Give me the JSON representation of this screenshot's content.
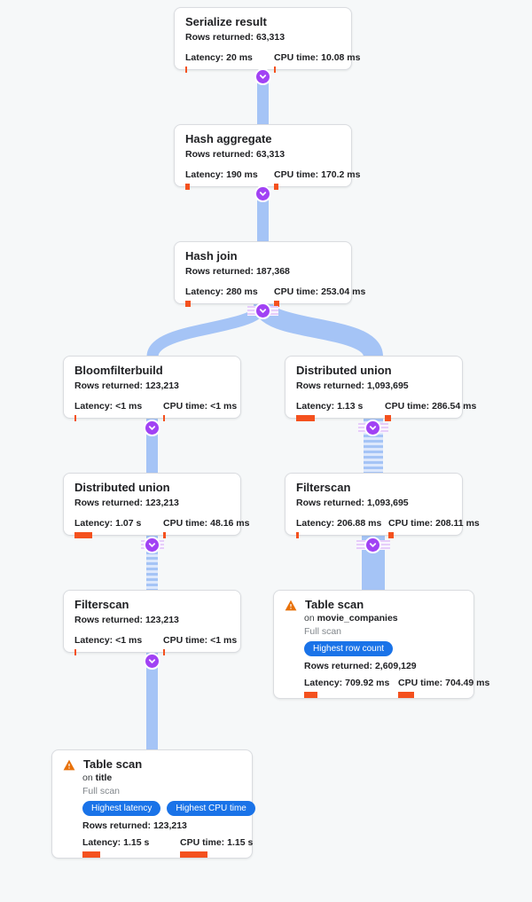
{
  "labels": {
    "rows": "Rows returned:",
    "latency": "Latency:",
    "cpu": "CPU time:",
    "on": "on"
  },
  "colors": {
    "background": "#f6f8f9",
    "card_border": "#dadce0",
    "metric_bar": "#f4511e",
    "edge": "#a5c4f6",
    "edge_stripe_light": "#dde8fc",
    "chevron": "#a142f4",
    "badge": "#1a73e8",
    "warning": "#e8710a",
    "text": "#202124",
    "muted": "#80868b"
  },
  "nodes": [
    {
      "title": "Serialize result",
      "rows": "63,313",
      "latency": "20 ms",
      "cpu": "10.08 ms",
      "latency_bar": 2,
      "cpu_bar": 2
    },
    {
      "title": "Hash aggregate",
      "rows": "63,313",
      "latency": "190 ms",
      "cpu": "170.2 ms",
      "latency_bar": 5,
      "cpu_bar": 5
    },
    {
      "title": "Hash join",
      "rows": "187,368",
      "latency": "280 ms",
      "cpu": "253.04 ms",
      "latency_bar": 6,
      "cpu_bar": 6
    },
    {
      "title": "Bloomfilterbuild",
      "rows": "123,213",
      "latency": "<1 ms",
      "cpu": "<1 ms",
      "latency_bar": 2,
      "cpu_bar": 2
    },
    {
      "title": "Distributed union",
      "rows": "1,093,695",
      "latency": "1.13 s",
      "cpu": "286.54 ms",
      "latency_bar": 21,
      "cpu_bar": 7
    },
    {
      "title": "Distributed union",
      "rows": "123,213",
      "latency": "1.07 s",
      "cpu": "48.16 ms",
      "latency_bar": 20,
      "cpu_bar": 3
    },
    {
      "title": "Filterscan",
      "rows": "1,093,695",
      "latency": "206.88 ms",
      "cpu": "208.11 ms",
      "latency_bar": 3,
      "cpu_bar": 6
    },
    {
      "title": "Filterscan",
      "rows": "123,213",
      "latency": "<1 ms",
      "cpu": "<1 ms",
      "latency_bar": 2,
      "cpu_bar": 2
    },
    {
      "title": "Table scan",
      "on_table": "movie_companies",
      "scan_type": "Full scan",
      "badges": [
        "Highest row count"
      ],
      "rows": "2,609,129",
      "latency": "709.92 ms",
      "cpu": "704.49 ms",
      "latency_bar": 15,
      "cpu_bar": 18
    },
    {
      "title": "Table scan",
      "on_table": "title",
      "scan_type": "Full scan",
      "badges": [
        "Highest latency",
        "Highest CPU time"
      ],
      "rows": "123,213",
      "latency": "1.15 s",
      "cpu": "1.15 s",
      "latency_bar": 20,
      "cpu_bar": 31
    }
  ]
}
